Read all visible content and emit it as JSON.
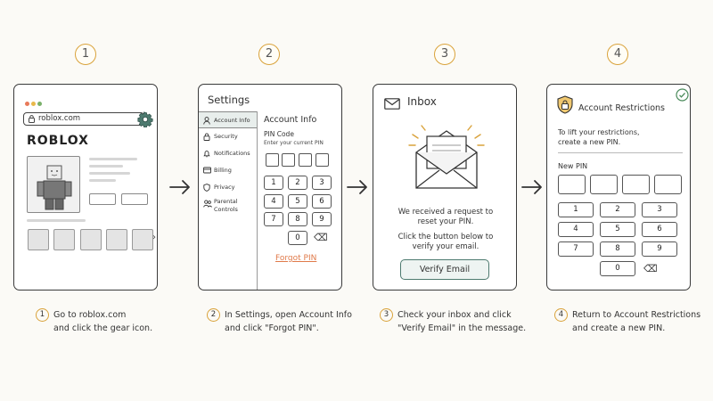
{
  "steps": [
    {
      "number": "1",
      "caption": [
        "Go to roblox.com",
        "and click the gear icon."
      ]
    },
    {
      "number": "2",
      "caption": [
        "In Settings, open Account Info",
        "and click \"Forgot PIN\"."
      ]
    },
    {
      "number": "3",
      "caption": [
        "Check your inbox and click",
        "\"Verify Email\" in the message."
      ]
    },
    {
      "number": "4",
      "caption": [
        "Return to Account Restrictions",
        "and create a new PIN."
      ]
    }
  ],
  "browser": {
    "url": "roblox.com",
    "logo": "ROBLOX",
    "next_chevron": "›"
  },
  "settings": {
    "title": "Settings",
    "sidebar": [
      "Account Info",
      "Security",
      "Notifications",
      "Billing",
      "Privacy",
      "Parental Controls"
    ],
    "section_title": "Account Info",
    "pin_label": "PIN Code",
    "pin_hint": "Enter your current PIN",
    "forgot_link": "Forgot PIN"
  },
  "inbox": {
    "title": "Inbox",
    "message": [
      "We received a request to",
      "reset your PIN."
    ],
    "instruction": [
      "Click the button below to",
      "verify your email."
    ],
    "button": "Verify Email"
  },
  "restrictions": {
    "title": "Account Restrictions",
    "description": [
      "To lift your restrictions,",
      "create a new PIN."
    ],
    "new_pin_label": "New PIN"
  },
  "keypad": {
    "keys": [
      "1",
      "2",
      "3",
      "4",
      "5",
      "6",
      "7",
      "8",
      "9",
      "0"
    ],
    "backspace": "⌫"
  },
  "colors": {
    "accent_orange": "#d9a23a",
    "link_orange": "#e07a4a",
    "teal": "#4d7a6f",
    "check_green": "#4a8a5a"
  }
}
